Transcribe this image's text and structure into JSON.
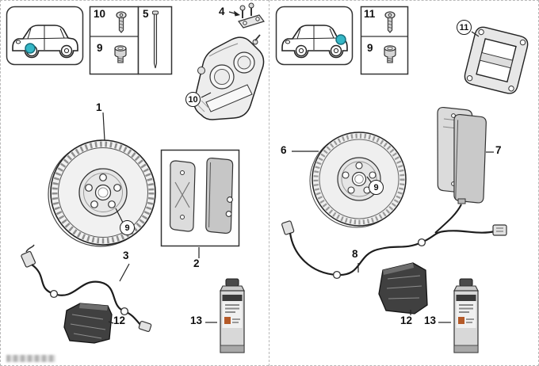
{
  "colors": {
    "highlight": "#35b7c6"
  },
  "callouts": {
    "left": {
      "disc": "1",
      "pads": "2",
      "sensor": "3",
      "guides": "4",
      "pin": "5",
      "screw": "10",
      "bolt": "9",
      "caliper": "10",
      "hub": "9",
      "paste": "12",
      "spray": "13"
    },
    "right": {
      "disc": "6",
      "pads": "7",
      "sensor": "8",
      "screw": "11",
      "bolt": "9",
      "carrier": "11",
      "hub": "9",
      "paste": "12",
      "spray": "13"
    }
  }
}
